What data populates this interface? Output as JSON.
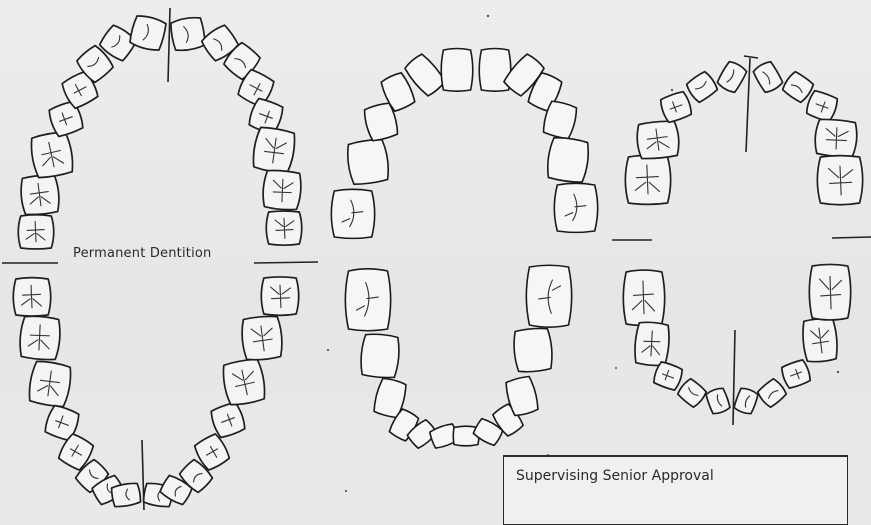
{
  "labels": {
    "permanent_dentition": "Permanent Dentition",
    "supervising_senior_approval": "Supervising Senior Approval"
  },
  "charts": [
    {
      "name": "permanent-dentition-chart",
      "teeth_per_arch": 16
    },
    {
      "name": "primary-dentition-chart",
      "teeth_per_arch": 10
    },
    {
      "name": "mixed-small-chart",
      "teeth_per_arch": 10
    }
  ]
}
